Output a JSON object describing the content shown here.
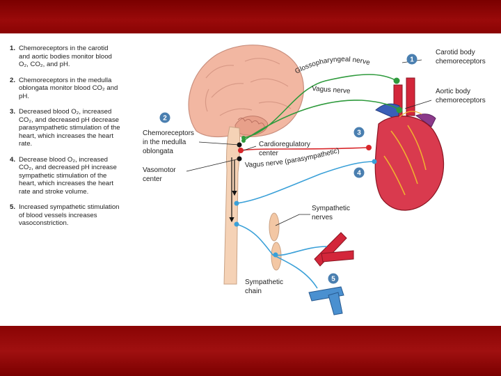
{
  "steps": [
    {
      "num": "1.",
      "text": "Chemoreceptors in the carotid and aortic bodies monitor blood O₂, CO₂, and pH."
    },
    {
      "num": "2.",
      "text": "Chemoreceptors in the medulla oblongata monitor blood CO₂ and pH."
    },
    {
      "num": "3.",
      "text": "Decreased blood O₂, increased CO₂, and decreased pH decrease parasympathetic stimulation of the heart, which increases the heart rate."
    },
    {
      "num": "4.",
      "text": "Decrease blood O₂, increased CO₂, and decreased pH increase sympathetic stimulation of the heart, which increases the heart rate and stroke volume."
    },
    {
      "num": "5.",
      "text": "Increased sympathetic stimulation of blood vessels increases vasoconstriction."
    }
  ],
  "badges": [
    "1",
    "2",
    "3",
    "4",
    "5"
  ],
  "labels": {
    "carotid_1": "Carotid body",
    "carotid_2": "chemoreceptors",
    "aortic_1": "Aortic body",
    "aortic_2": "chemoreceptors",
    "medulla_1": "Chemoreceptors",
    "medulla_2": "in the medulla",
    "medulla_3": "oblongata",
    "cardio_1": "Cardioregulatory",
    "cardio_2": "center",
    "vasomotor_1": "Vasomotor",
    "vasomotor_2": "center",
    "symp_nerves_1": "Sympathetic",
    "symp_nerves_2": "nerves",
    "symp_chain_1": "Sympathetic",
    "symp_chain_2": "chain"
  },
  "nerves": {
    "glossopharyngeal": "Glossopharyngeal nerve",
    "vagus": "Vagus nerve",
    "vagus_para": "Vagus nerve (parasympathetic)"
  },
  "colors": {
    "band": "#8a0404",
    "sensory_nerve": "#2e9a3c",
    "parasympathetic": "#d8262a",
    "sympathetic": "#3aa0d8",
    "badge": "#4a7fb0"
  }
}
